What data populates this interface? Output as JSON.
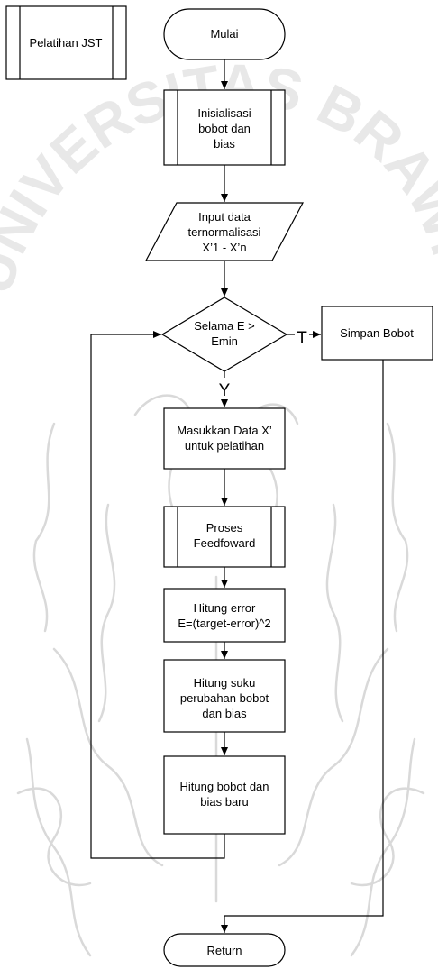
{
  "flowchart": {
    "title_box": "Pelatihan JST",
    "start": "Mulai",
    "init": [
      "Inisialisasi",
      "bobot dan",
      "bias"
    ],
    "input": [
      "Input data",
      "ternormalisasi",
      "X’1 - X’n"
    ],
    "decision": [
      "Selama E >",
      "Emin"
    ],
    "label_true": "T",
    "label_yes": "Y",
    "save": "Simpan Bobot",
    "step_input": [
      "Masukkan Data X’",
      "untuk pelatihan"
    ],
    "feedforward": [
      "Proses",
      "Feedfoward"
    ],
    "error": [
      "Hitung error",
      "E=(target-error)^2"
    ],
    "delta": [
      "Hitung suku",
      "perubahan bobot",
      "dan bias"
    ],
    "update": [
      "Hitung bobot dan",
      "bias baru"
    ],
    "end": "Return"
  },
  "watermark": {
    "text": "UNIVERSITAS BRAWIJAYA"
  }
}
